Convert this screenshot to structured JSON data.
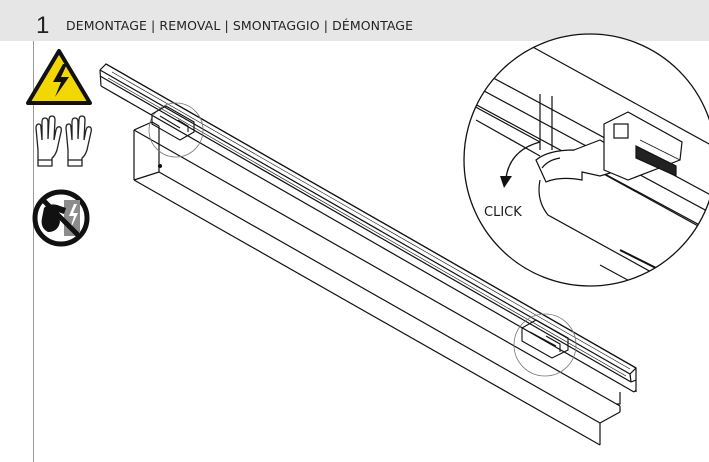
{
  "step": {
    "number": "1",
    "title": "DEMONTAGE | REMOVAL | SMONTAGGIO | DÉMONTAGE"
  },
  "callout": {
    "label": "CLICK"
  },
  "icons": {
    "warning": "electrical-hazard-icon",
    "gloves": "gloves-icon",
    "no_touch": "no-touch-live-parts-icon"
  },
  "colors": {
    "header_bg": "#e6e6e6",
    "warning_yellow": "#f2d800"
  }
}
